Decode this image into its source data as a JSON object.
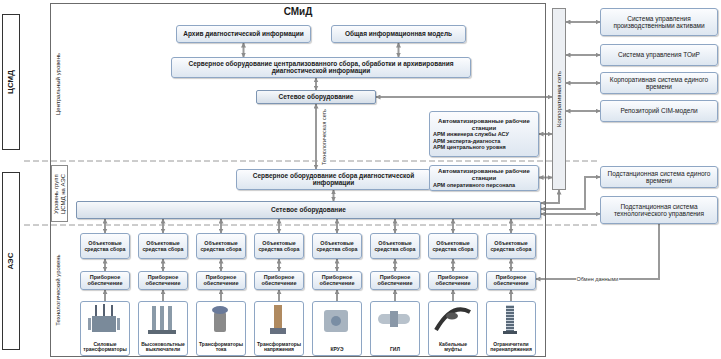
{
  "diagram": {
    "nodes": [
      {
        "text": [
          "ЦСМД"
        ]
      },
      {
        "text": [
          "АЭС"
        ]
      },
      {
        "text": [
          "СМиД"
        ]
      },
      {
        "text": [
          "Архив диагностической информации"
        ],
        "in": 2
      },
      {
        "text": [
          "Общая информационная модель"
        ],
        "in": 2
      },
      {
        "text": [
          "Серверное оборудование централизованного сбора, обработки и архивирования диагностической информации"
        ],
        "in": 2
      },
      {
        "text": [
          "Сетевое оборудование"
        ],
        "in": 2
      },
      {
        "text": [
          "Автоматизированные рабочие станции",
          "АРМ инженера службы АСУ",
          "АРМ эксперта-диагноста",
          "АРМ центрального уровня"
        ],
        "in": 2
      },
      {
        "text": [
          "Серверное оборудование сбора диагностической информации"
        ],
        "in": 2
      },
      {
        "text": [
          "Автоматизированные рабочие станции",
          "АРМ оперативного персонала"
        ],
        "in": 2
      },
      {
        "text": [
          "Сетевое оборудование"
        ],
        "in": 2
      },
      {
        "text": [
          "Объектовые средства сбора"
        ],
        "in": 2
      },
      {
        "text": [
          "Объектовые средства сбора"
        ],
        "in": 2
      },
      {
        "text": [
          "Объектовые средства сбора"
        ],
        "in": 2
      },
      {
        "text": [
          "Объектовые средства сбора"
        ],
        "in": 2
      },
      {
        "text": [
          "Объектовые средства сбора"
        ],
        "in": 2
      },
      {
        "text": [
          "Объектовые средства сбора"
        ],
        "in": 2
      },
      {
        "text": [
          "Объектовые средства сбора"
        ],
        "in": 2
      },
      {
        "text": [
          "Объектовые средства сбора"
        ],
        "in": 2
      },
      {
        "text": [
          "Приборное обеспечение"
        ],
        "in": 2
      },
      {
        "text": [
          "Приборное обеспечение"
        ],
        "in": 2
      },
      {
        "text": [
          "Приборное обеспечение"
        ],
        "in": 2
      },
      {
        "text": [
          "Приборное обеспечение"
        ],
        "in": 2
      },
      {
        "text": [
          "Приборное обеспечение"
        ],
        "in": 2
      },
      {
        "text": [
          "Приборное обеспечение"
        ],
        "in": 2
      },
      {
        "text": [
          "Приборное обеспечение"
        ],
        "in": 2
      },
      {
        "text": [
          "Приборное обеспечение"
        ],
        "in": 2
      },
      {
        "text": [
          "Силовые трансформаторы"
        ],
        "in": 2
      },
      {
        "text": [
          "Высоковольтные выключатели"
        ],
        "in": 2
      },
      {
        "text": [
          "Трансформаторы тока"
        ],
        "in": 2
      },
      {
        "text": [
          "Трансформаторы напряжения"
        ],
        "in": 2
      },
      {
        "text": [
          "КРУЭ"
        ],
        "in": 2
      },
      {
        "text": [
          "ГИЛ"
        ],
        "in": 2
      },
      {
        "text": [
          "Кабельные муфты"
        ],
        "in": 2
      },
      {
        "text": [
          "Ограничители перенапряжения"
        ],
        "in": 2
      },
      {
        "text": [
          "Корпоративная сеть"
        ]
      },
      {
        "text": [
          "Система управления производственными активами"
        ]
      },
      {
        "text": [
          "Система управления ТОиР"
        ]
      },
      {
        "text": [
          "Корпоративная система единого времени"
        ]
      },
      {
        "text": [
          "Репозиторий CIM-модели"
        ]
      },
      {
        "text": [
          "Подстанционная система единого времени"
        ]
      },
      {
        "text": [
          "Подстанционная система технологического управления"
        ]
      }
    ],
    "edges": [
      {
        "from": 5,
        "to": 3,
        "arrow": "both"
      },
      {
        "from": 5,
        "to": 4,
        "arrow": "both"
      },
      {
        "from": 5,
        "to": 6,
        "arrow": "both"
      },
      {
        "from": 6,
        "to": 8,
        "label": "Технологическая сеть",
        "arrow": "both"
      },
      {
        "from": 6,
        "to": 35,
        "arrow": "both"
      },
      {
        "from": 7,
        "to": 35,
        "arrow": "both"
      },
      {
        "from": 9,
        "to": 35,
        "arrow": "both"
      },
      {
        "from": 8,
        "to": 10,
        "arrow": "both"
      },
      {
        "from": 10,
        "to": 35,
        "arrow": "both"
      },
      {
        "from": 10,
        "to": 40,
        "arrow": "both"
      },
      {
        "from": 10,
        "to": 41,
        "arrow": "both"
      },
      {
        "from": 10,
        "to": 11,
        "arrow": "both"
      },
      {
        "from": 10,
        "to": 12,
        "arrow": "both"
      },
      {
        "from": 10,
        "to": 13,
        "arrow": "both"
      },
      {
        "from": 10,
        "to": 14,
        "arrow": "both"
      },
      {
        "from": 10,
        "to": 15,
        "arrow": "both"
      },
      {
        "from": 10,
        "to": 16,
        "arrow": "both"
      },
      {
        "from": 10,
        "to": 17,
        "arrow": "both"
      },
      {
        "from": 10,
        "to": 18,
        "arrow": "both"
      },
      {
        "from": 11,
        "to": 19,
        "arrow": "both"
      },
      {
        "from": 12,
        "to": 20,
        "arrow": "both"
      },
      {
        "from": 13,
        "to": 21,
        "arrow": "both"
      },
      {
        "from": 14,
        "to": 22,
        "arrow": "both"
      },
      {
        "from": 15,
        "to": 23,
        "arrow": "both"
      },
      {
        "from": 16,
        "to": 24,
        "arrow": "both"
      },
      {
        "from": 17,
        "to": 25,
        "arrow": "both"
      },
      {
        "from": 18,
        "to": 26,
        "arrow": "both"
      },
      {
        "from": 27,
        "to": 19,
        "arrow": "to"
      },
      {
        "from": 28,
        "to": 20,
        "arrow": "to"
      },
      {
        "from": 29,
        "to": 21,
        "arrow": "to"
      },
      {
        "from": 30,
        "to": 22,
        "arrow": "to"
      },
      {
        "from": 31,
        "to": 23,
        "arrow": "to"
      },
      {
        "from": 32,
        "to": 24,
        "arrow": "to"
      },
      {
        "from": 33,
        "to": 25,
        "arrow": "to"
      },
      {
        "from": 34,
        "to": 26,
        "arrow": "to"
      },
      {
        "from": 35,
        "to": 36,
        "arrow": "both"
      },
      {
        "from": 35,
        "to": 37,
        "arrow": "both"
      },
      {
        "from": 35,
        "to": 38,
        "arrow": "both"
      },
      {
        "from": 35,
        "to": 39,
        "arrow": "both"
      },
      {
        "from": 41,
        "to": 26,
        "label": "Обмен данными",
        "arrow": "to"
      }
    ],
    "labels": [
      "Центральный уровень",
      "Уровень групп ЦСМД на АЭС",
      "Технологический уровень"
    ]
  }
}
